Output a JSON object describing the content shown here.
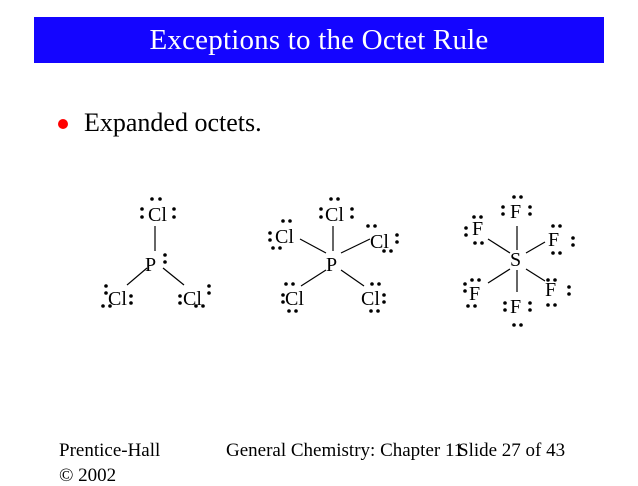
{
  "slide": {
    "title": "Exceptions to the Octet Rule",
    "bullet": "Expanded octets.",
    "footer_left_line1": "Prentice-Hall",
    "footer_left_line2": "© 2002",
    "footer_center": "General Chemistry: Chapter 11",
    "footer_right": "Slide 27 of 43"
  },
  "molecules": {
    "pcl3": {
      "center": "P",
      "top": "Cl",
      "left": "Cl",
      "right": "Cl"
    },
    "pcl5": {
      "center": "P",
      "top": "Cl",
      "upper_left": "Cl",
      "upper_right": "Cl",
      "lower_left": "Cl",
      "lower_right": "Cl"
    },
    "sf6": {
      "center": "S",
      "top": "F",
      "upper_left": "F",
      "upper_right": "F",
      "lower_left": "F",
      "lower_right": "F",
      "bottom": "F"
    }
  },
  "colors": {
    "title_bg": "#1405ff",
    "title_text": "#ffffff",
    "bullet": "#ff0000"
  }
}
